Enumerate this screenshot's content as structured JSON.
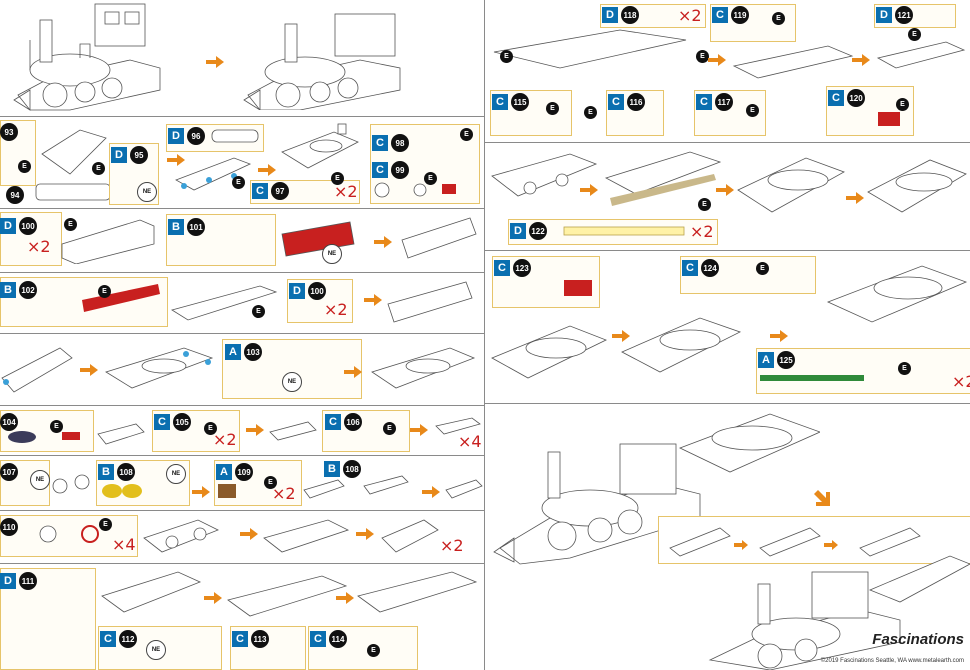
{
  "steps": [
    {
      "id": "s93",
      "letter": "",
      "num": "93"
    },
    {
      "id": "s94",
      "letter": "",
      "num": "94"
    },
    {
      "id": "s95",
      "letter": "D",
      "num": "95"
    },
    {
      "id": "s96",
      "letter": "D",
      "num": "96"
    },
    {
      "id": "s97",
      "letter": "C",
      "num": "97"
    },
    {
      "id": "s98",
      "letter": "C",
      "num": "98"
    },
    {
      "id": "s99",
      "letter": "C",
      "num": "99"
    },
    {
      "id": "s100a",
      "letter": "D",
      "num": "100"
    },
    {
      "id": "s101",
      "letter": "B",
      "num": "101"
    },
    {
      "id": "s102",
      "letter": "B",
      "num": "102"
    },
    {
      "id": "s100b",
      "letter": "D",
      "num": "100"
    },
    {
      "id": "s103",
      "letter": "A",
      "num": "103"
    },
    {
      "id": "s104",
      "letter": "",
      "num": "104"
    },
    {
      "id": "s105",
      "letter": "C",
      "num": "105"
    },
    {
      "id": "s106",
      "letter": "C",
      "num": "106"
    },
    {
      "id": "s107",
      "letter": "",
      "num": "107"
    },
    {
      "id": "s108a",
      "letter": "B",
      "num": "108"
    },
    {
      "id": "s109",
      "letter": "A",
      "num": "109"
    },
    {
      "id": "s108b",
      "letter": "B",
      "num": "108"
    },
    {
      "id": "s110",
      "letter": "",
      "num": "110"
    },
    {
      "id": "s111",
      "letter": "D",
      "num": "111"
    },
    {
      "id": "s112",
      "letter": "C",
      "num": "112"
    },
    {
      "id": "s113",
      "letter": "C",
      "num": "113"
    },
    {
      "id": "s114",
      "letter": "C",
      "num": "114"
    },
    {
      "id": "s118",
      "letter": "D",
      "num": "118"
    },
    {
      "id": "s119",
      "letter": "C",
      "num": "119"
    },
    {
      "id": "s121",
      "letter": "D",
      "num": "121"
    },
    {
      "id": "s115",
      "letter": "C",
      "num": "115"
    },
    {
      "id": "s116",
      "letter": "C",
      "num": "116"
    },
    {
      "id": "s117",
      "letter": "C",
      "num": "117"
    },
    {
      "id": "s120",
      "letter": "C",
      "num": "120"
    },
    {
      "id": "s122",
      "letter": "D",
      "num": "122"
    },
    {
      "id": "s123",
      "letter": "C",
      "num": "123"
    },
    {
      "id": "s124",
      "letter": "C",
      "num": "124"
    },
    {
      "id": "s125",
      "letter": "A",
      "num": "125"
    }
  ],
  "multipliers": {
    "x2": "×2",
    "x4": "×4"
  },
  "labels": {
    "e": "E",
    "ne": "NE"
  },
  "brand": {
    "name": "Fascinations",
    "tagline": "©2019 Fascinations Seattle, WA  www.metalearth.com"
  },
  "colors": {
    "badge": "#0a6fb0",
    "accent": "#c8201f",
    "arrow": "#e8891a",
    "panel_border": "#e6c46a"
  }
}
